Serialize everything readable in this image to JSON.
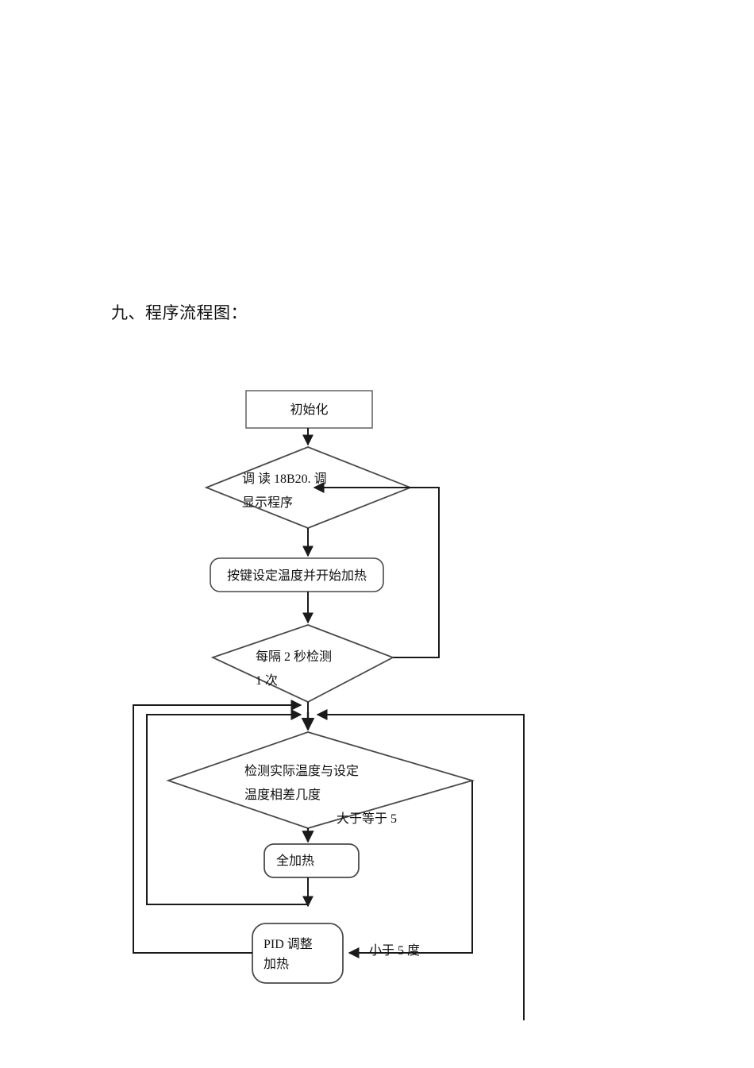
{
  "document": {
    "heading": "九、程序流程图："
  },
  "flowchart": {
    "type": "flowchart",
    "orientation": "top-to-bottom",
    "nodes": [
      {
        "id": "n1",
        "shape": "rectangle",
        "label": "初始化"
      },
      {
        "id": "n2",
        "shape": "diamond",
        "label_line1": "调 读  18B20. 调",
        "label_line2": "显示程序"
      },
      {
        "id": "n3",
        "shape": "rounded-rect",
        "label": "按键设定温度并开始加热"
      },
      {
        "id": "n4",
        "shape": "diamond",
        "label_line1": "每隔 2 秒检测",
        "label_line2": "1 次"
      },
      {
        "id": "n5",
        "shape": "diamond",
        "label_line1": "检测实际温度与设定",
        "label_line2": "温度相差几度"
      },
      {
        "id": "n6",
        "shape": "rounded-rect",
        "label": "全加热"
      },
      {
        "id": "n7",
        "shape": "rounded-rect",
        "label_line1": "PID 调整",
        "label_line2": "加热"
      }
    ],
    "edge_labels": {
      "ge5": "大于等于  5",
      "lt5": "小于  5 度"
    },
    "edges": [
      {
        "from": "n1",
        "to": "n2",
        "label": ""
      },
      {
        "from": "n2",
        "to": "n3",
        "label": ""
      },
      {
        "from": "n3",
        "to": "n4",
        "label": ""
      },
      {
        "from": "n4",
        "to": "n5",
        "label": ""
      },
      {
        "from": "n4",
        "to": "n2",
        "label": ""
      },
      {
        "from": "n5",
        "to": "n6",
        "label": "大于等于  5"
      },
      {
        "from": "n5",
        "to": "n7",
        "label": "小于  5 度"
      },
      {
        "from": "n6",
        "to": "n5",
        "label": ""
      },
      {
        "from": "n7",
        "to": "n5",
        "label": ""
      }
    ]
  },
  "colors": {
    "stroke": "#3a3a3a",
    "stroke_dark": "#1a1a1a",
    "text": "#111111",
    "background": "#ffffff"
  }
}
